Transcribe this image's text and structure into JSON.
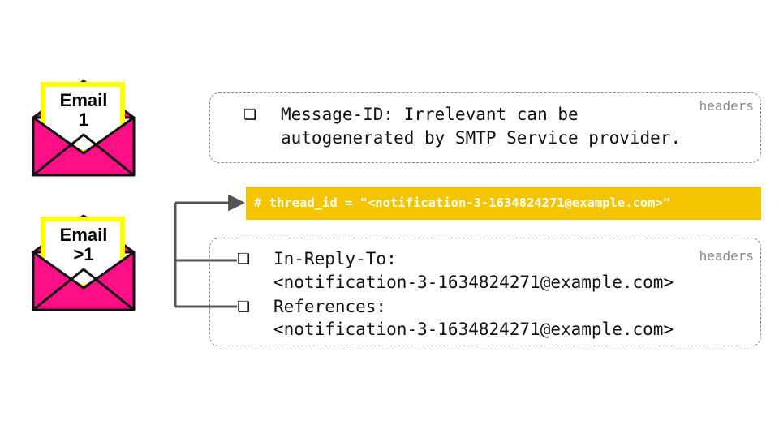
{
  "emails": [
    {
      "label_line1": "Email",
      "label_line2": "1"
    },
    {
      "label_line1": "Email",
      "label_line2": ">1"
    }
  ],
  "first_headers": {
    "tag": "headers",
    "message_id_line1": "Message-ID: Irrelevant can be",
    "message_id_line2": "autogenerated by SMTP Service provider."
  },
  "thread_id_line": "# thread_id = \"<notification-3-1634824271@example.com>\"",
  "reply_headers": {
    "tag": "headers",
    "in_reply_to_label": "In-Reply-To:",
    "in_reply_to_value": "<notification-3-1634824271@example.com>",
    "references_label": "References:",
    "references_value": "<notification-3-1634824271@example.com>"
  },
  "colors": {
    "envelope": "#ff0f86",
    "letter_border": "#ffff00",
    "thread_bar": "#f5c400",
    "connector": "#555555",
    "box_border": "#8a8a8a"
  },
  "icons": [
    "envelope-icon",
    "checkbox-bullet-icon",
    "arrow-icon"
  ]
}
